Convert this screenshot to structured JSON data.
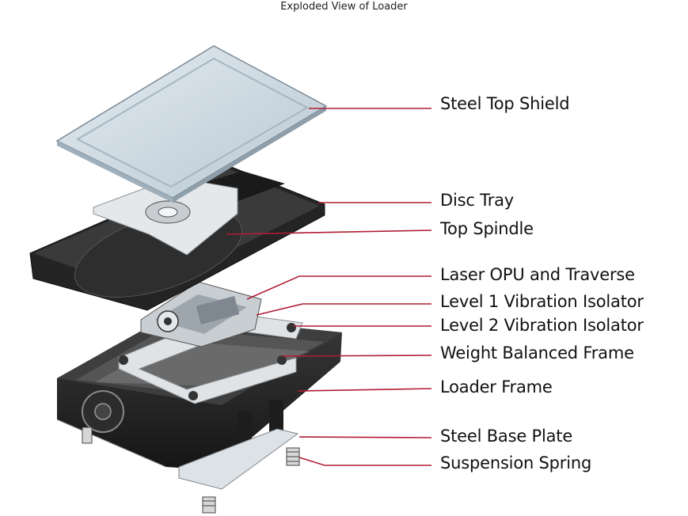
{
  "title": "Exploded View of Loader",
  "colors": {
    "leader_line": "#b01e34",
    "shield_fill": "#cdd9e2",
    "frame_dark": "#2a2a2a",
    "metal_light": "#d9dde0"
  },
  "labels": [
    "Steel Top Shield",
    "Disc Tray",
    "Top Spindle",
    "Laser OPU and Traverse",
    "Level 1 Vibration Isolator",
    "Level 2 Vibration Isolator",
    "Weight Balanced Frame",
    "Loader Frame",
    "Steel Base Plate",
    "Suspension Spring"
  ]
}
